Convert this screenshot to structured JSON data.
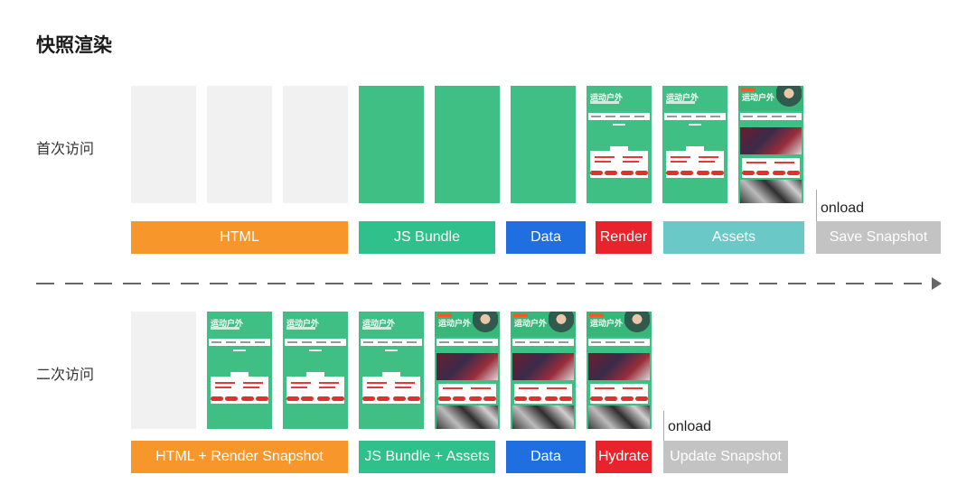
{
  "title": "快照渲染",
  "first_visit": {
    "label": "首次访问",
    "onload": "onload",
    "frame_mock": {
      "heading": "运动户外"
    },
    "bars": [
      {
        "label": "HTML",
        "color": "#f7962a"
      },
      {
        "label": "JS Bundle",
        "color": "#2fc08b"
      },
      {
        "label": "Data",
        "color": "#1f6fe0"
      },
      {
        "label": "Render",
        "color": "#e8232c"
      },
      {
        "label": "Assets",
        "color": "#6ac8c6"
      },
      {
        "label": "Save Snapshot",
        "color": "#c3c3c3"
      }
    ]
  },
  "second_visit": {
    "label": "二次访问",
    "onload": "onload",
    "frame_mock": {
      "heading": "运动户外"
    },
    "bars": [
      {
        "label": "HTML + Render Snapshot",
        "color": "#f7962a"
      },
      {
        "label": "JS Bundle + Assets",
        "color": "#2fc08b"
      },
      {
        "label": "Data",
        "color": "#1f6fe0"
      },
      {
        "label": "Hydrate",
        "color": "#e8232c"
      },
      {
        "label": "Update Snapshot",
        "color": "#c3c3c3"
      }
    ]
  }
}
